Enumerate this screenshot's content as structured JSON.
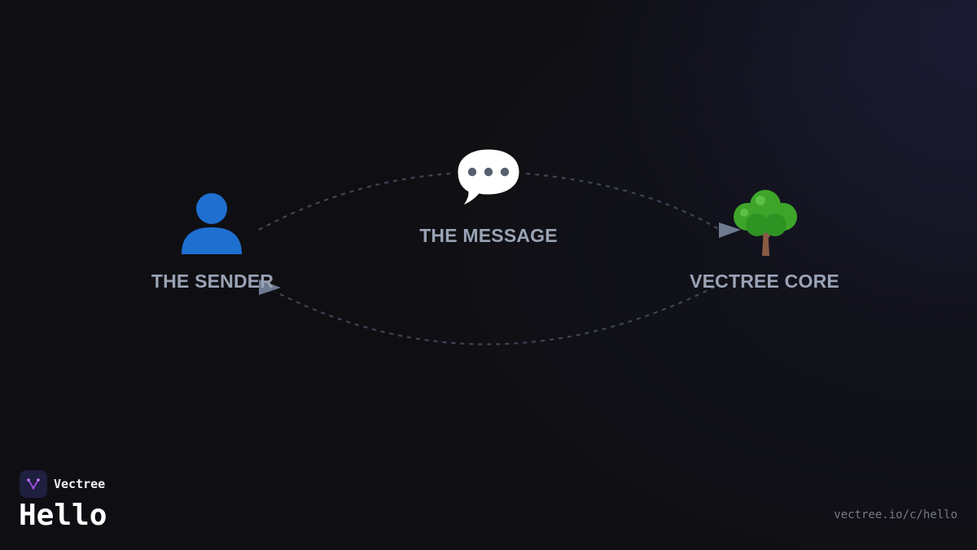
{
  "diagram": {
    "nodes": {
      "sender": {
        "label": "THE SENDER",
        "icon": "person-silhouette-icon"
      },
      "message": {
        "label": "THE MESSAGE",
        "icon": "speech-bubble-icon"
      },
      "core": {
        "label": "VECTREE CORE",
        "icon": "tree-icon"
      }
    },
    "edges": [
      {
        "from": "sender",
        "to": "core",
        "via": "message",
        "style": "dashed",
        "direction": "forward"
      },
      {
        "from": "core",
        "to": "sender",
        "style": "dashed",
        "direction": "return"
      }
    ],
    "colors": {
      "background": "#0f0f13",
      "label": "#9aa3b5",
      "edge": "#3c4657",
      "arrowhead": "#6f7b90"
    }
  },
  "footer": {
    "brand": {
      "name": "Vectree",
      "logo": "vectree-logo-icon",
      "logo_bg": "#1f1f40",
      "logo_accent": "#a24ee0"
    },
    "title": "Hello",
    "url": "vectree.io/c/hello"
  }
}
